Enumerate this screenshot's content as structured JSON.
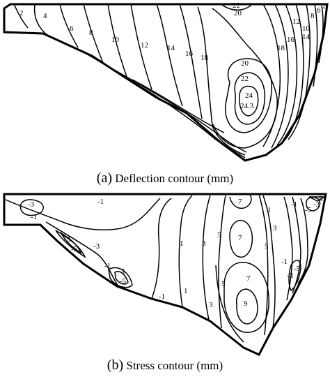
{
  "panel_a": {
    "caption_label": "(a)",
    "caption_text": "Deflection contour (mm)",
    "contour_labels": [
      "2",
      "4",
      "6",
      "8",
      "10",
      "12",
      "14",
      "16",
      "18",
      "20",
      "22",
      "24",
      "24.3",
      "20",
      "22",
      "16",
      "18",
      "12",
      "14",
      "8",
      "10",
      "6",
      "2"
    ]
  },
  "panel_b": {
    "caption_label": "(b)",
    "caption_text": "Stress contour (mm)",
    "contour_labels": [
      "-3",
      "-1",
      "-1",
      "-3",
      "-5",
      "-3",
      "-1",
      "-5",
      "-3",
      "-1",
      "1",
      "3",
      "5",
      "7",
      "7",
      "5",
      "3",
      "1",
      "9",
      "7",
      "5",
      "3",
      "1",
      "-1",
      "-3",
      "-5",
      "-5",
      "-3",
      "-1",
      "5"
    ]
  }
}
